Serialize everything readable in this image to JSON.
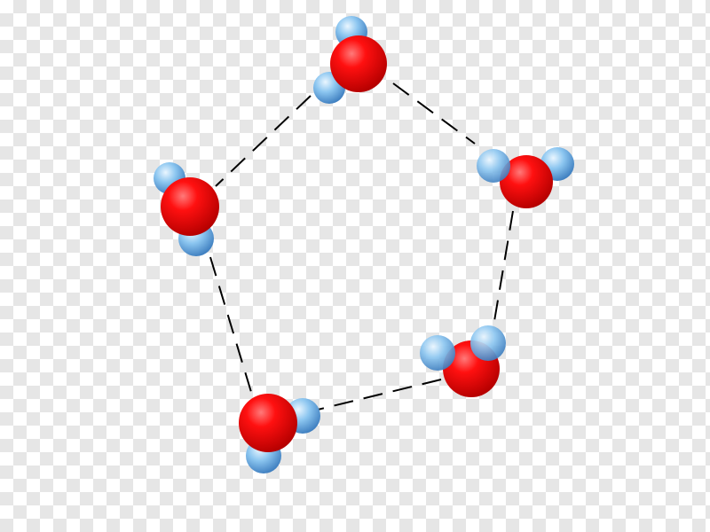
{
  "diagram": {
    "type": "water-pentamer-ring",
    "colors": {
      "oxygen": "#e8000b",
      "hydrogen": "#8cc6f0",
      "bond_line": "#000000",
      "background_checker": "#e6e6e6"
    },
    "molecule_count": 5,
    "atoms_per_molecule": {
      "oxygen": 1,
      "hydrogen": 2
    },
    "hydrogen_bond_style": "dashed"
  }
}
